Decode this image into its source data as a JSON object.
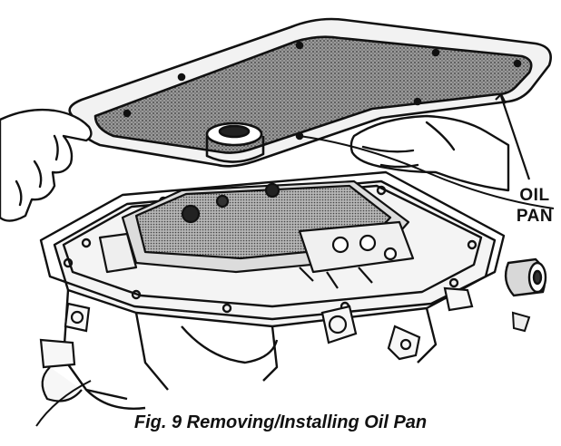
{
  "figure": {
    "callout": {
      "line1": "OIL",
      "line2": "PAN"
    },
    "caption": "Fig. 9 Removing/Installing Oil Pan"
  },
  "colors": {
    "ink": "#111111",
    "paper": "#ffffff",
    "stipple": "#6a6a6a"
  }
}
